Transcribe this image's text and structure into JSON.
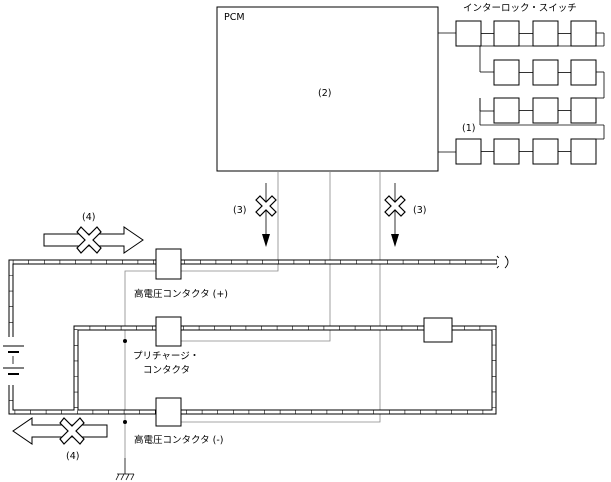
{
  "labels": {
    "pcm": "PCM",
    "pcm_number": "(2)",
    "interlock_switch": "インターロック・スイッチ",
    "interlock_number": "(1)",
    "callout_3_left": "(3)",
    "callout_3_right": "(3)",
    "callout_4_top": "(4)",
    "callout_4_bottom": "(4)",
    "hv_contactor_plus": "高電圧コンタクタ (+)",
    "precharge_line1": "プリチャージ・",
    "precharge_line2": "コンタクタ",
    "hv_contactor_minus": "高電圧コンタクタ (-)"
  }
}
